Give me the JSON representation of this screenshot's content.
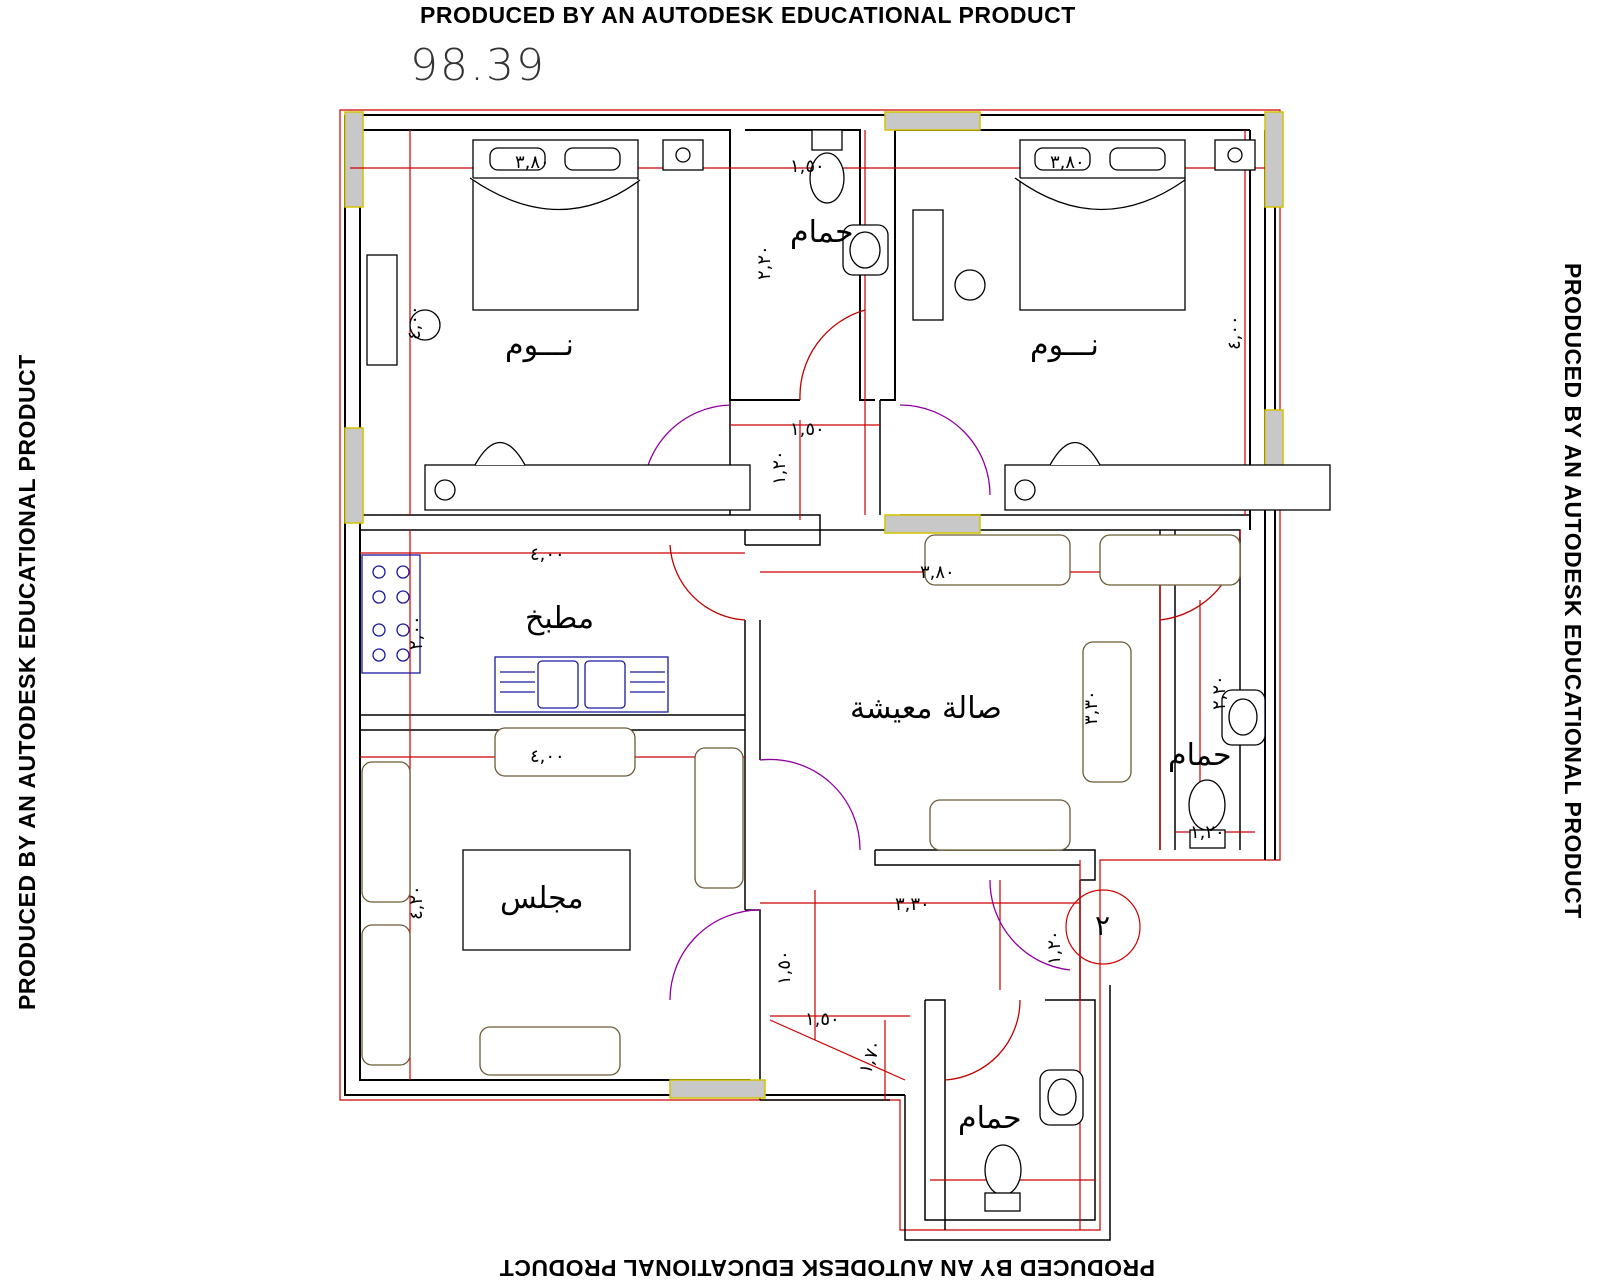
{
  "watermark": {
    "top": "PRODUCED BY AN AUTODESK EDUCATIONAL PRODUCT",
    "bottom": "PRODUCED BY AN AUTODESK EDUCATIONAL PRODUCT",
    "left": "PRODUCED BY AN AUTODESK EDUCATIONAL PRODUCT",
    "right": "PRODUCED BY AN AUTODESK EDUCATIONAL PRODUCT"
  },
  "area": "98.39",
  "rooms": {
    "bedroom_left": "نـــوم",
    "bedroom_right": "نـــوم",
    "bath_top": "حمام",
    "kitchen": "مطبخ",
    "living": "صالة معيشة",
    "majlis": "مجلس",
    "bath_right": "حمام",
    "bath_bottom": "حمام"
  },
  "dimensions": {
    "bed_left_w": "٣,٨٠",
    "bed_left_h": "٤,٠٠",
    "bath_top_w": "١,٥٠",
    "bath_top_h": "٢,٢٠",
    "bed_right_w": "٣,٨٠",
    "bed_right_h": "٤,٠٠",
    "corridor_w": "١,٥٠",
    "corridor_h": "١,٢٠",
    "kitchen_w": "٤,٠٠",
    "kitchen_h": "٢,٠٠",
    "living_w": "٣,٨٠",
    "living_h": "٣,٣٠",
    "bath_right_h": "٢,٢٠",
    "bath_right_w": "١,٢٠",
    "majlis_w": "٤,٠٠",
    "majlis_h": "٤,٢٠",
    "hall_w": "٣,٣٠",
    "hall_h": "١,٥٠",
    "entry_w": "١,٥٠",
    "entry_h": "١,٢٠",
    "stair_h": "١,٧٠",
    "stair_mark": "٢"
  },
  "colors": {
    "wall": "#000000",
    "dimension_line": "#cc0000",
    "window": "#c8c8c8",
    "door_swing": "#9000a0",
    "sofa": "#6b5a35",
    "kitchen_fixture": "#1a1a9e"
  }
}
